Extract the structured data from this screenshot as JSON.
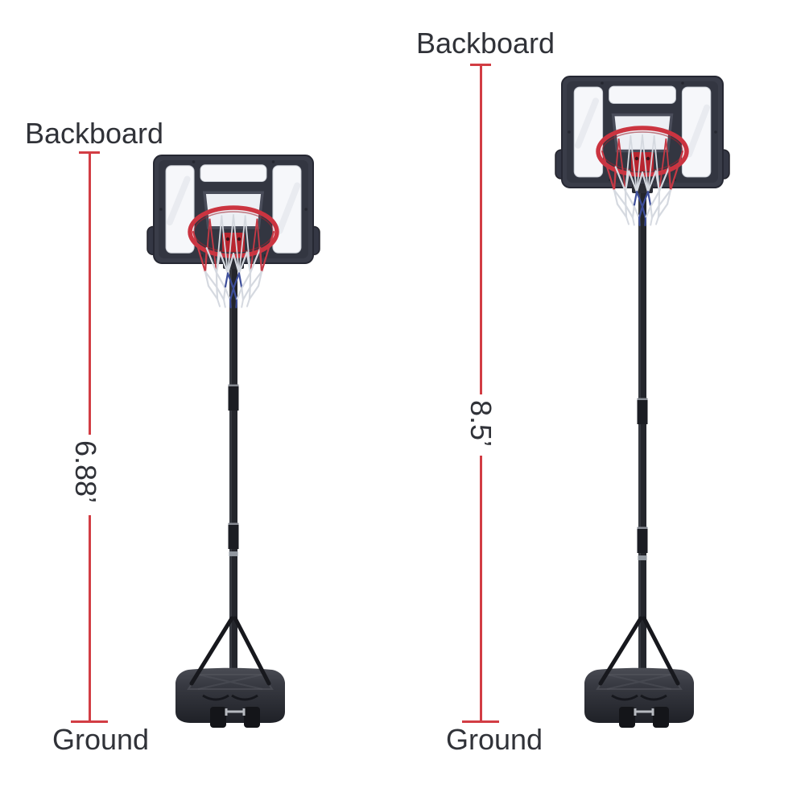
{
  "page": {
    "background": "#ffffff"
  },
  "colors": {
    "annotation_line": "#d23d44",
    "label_text": "#303238",
    "rim_red": "#cb3440",
    "backboard_frame": "#3a3d49",
    "base_black": "#25272d",
    "net_white": "#d5d9e0",
    "net_red": "#c63945",
    "net_blue": "#3d4e9a"
  },
  "figures": [
    {
      "id": "left",
      "top_label": "Backboard",
      "measurement": "6.88’",
      "bottom_label": "Ground"
    },
    {
      "id": "right",
      "top_label": "Backboard",
      "measurement": "8.5’",
      "bottom_label": "Ground"
    }
  ]
}
